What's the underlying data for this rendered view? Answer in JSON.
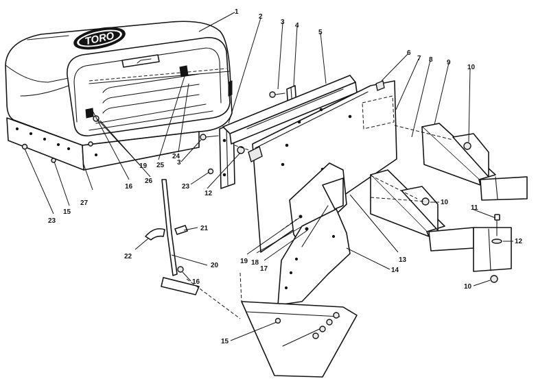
{
  "brand_logo": "TORO",
  "callouts": [
    "1",
    "2",
    "3",
    "4",
    "5",
    "6",
    "7",
    "8",
    "9",
    "10",
    "10",
    "10",
    "11",
    "12",
    "12",
    "3",
    "23",
    "12",
    "13",
    "14",
    "15",
    "15",
    "16",
    "16",
    "17",
    "18",
    "19",
    "19",
    "20",
    "21",
    "22",
    "23",
    "24",
    "25",
    "26",
    "27"
  ]
}
